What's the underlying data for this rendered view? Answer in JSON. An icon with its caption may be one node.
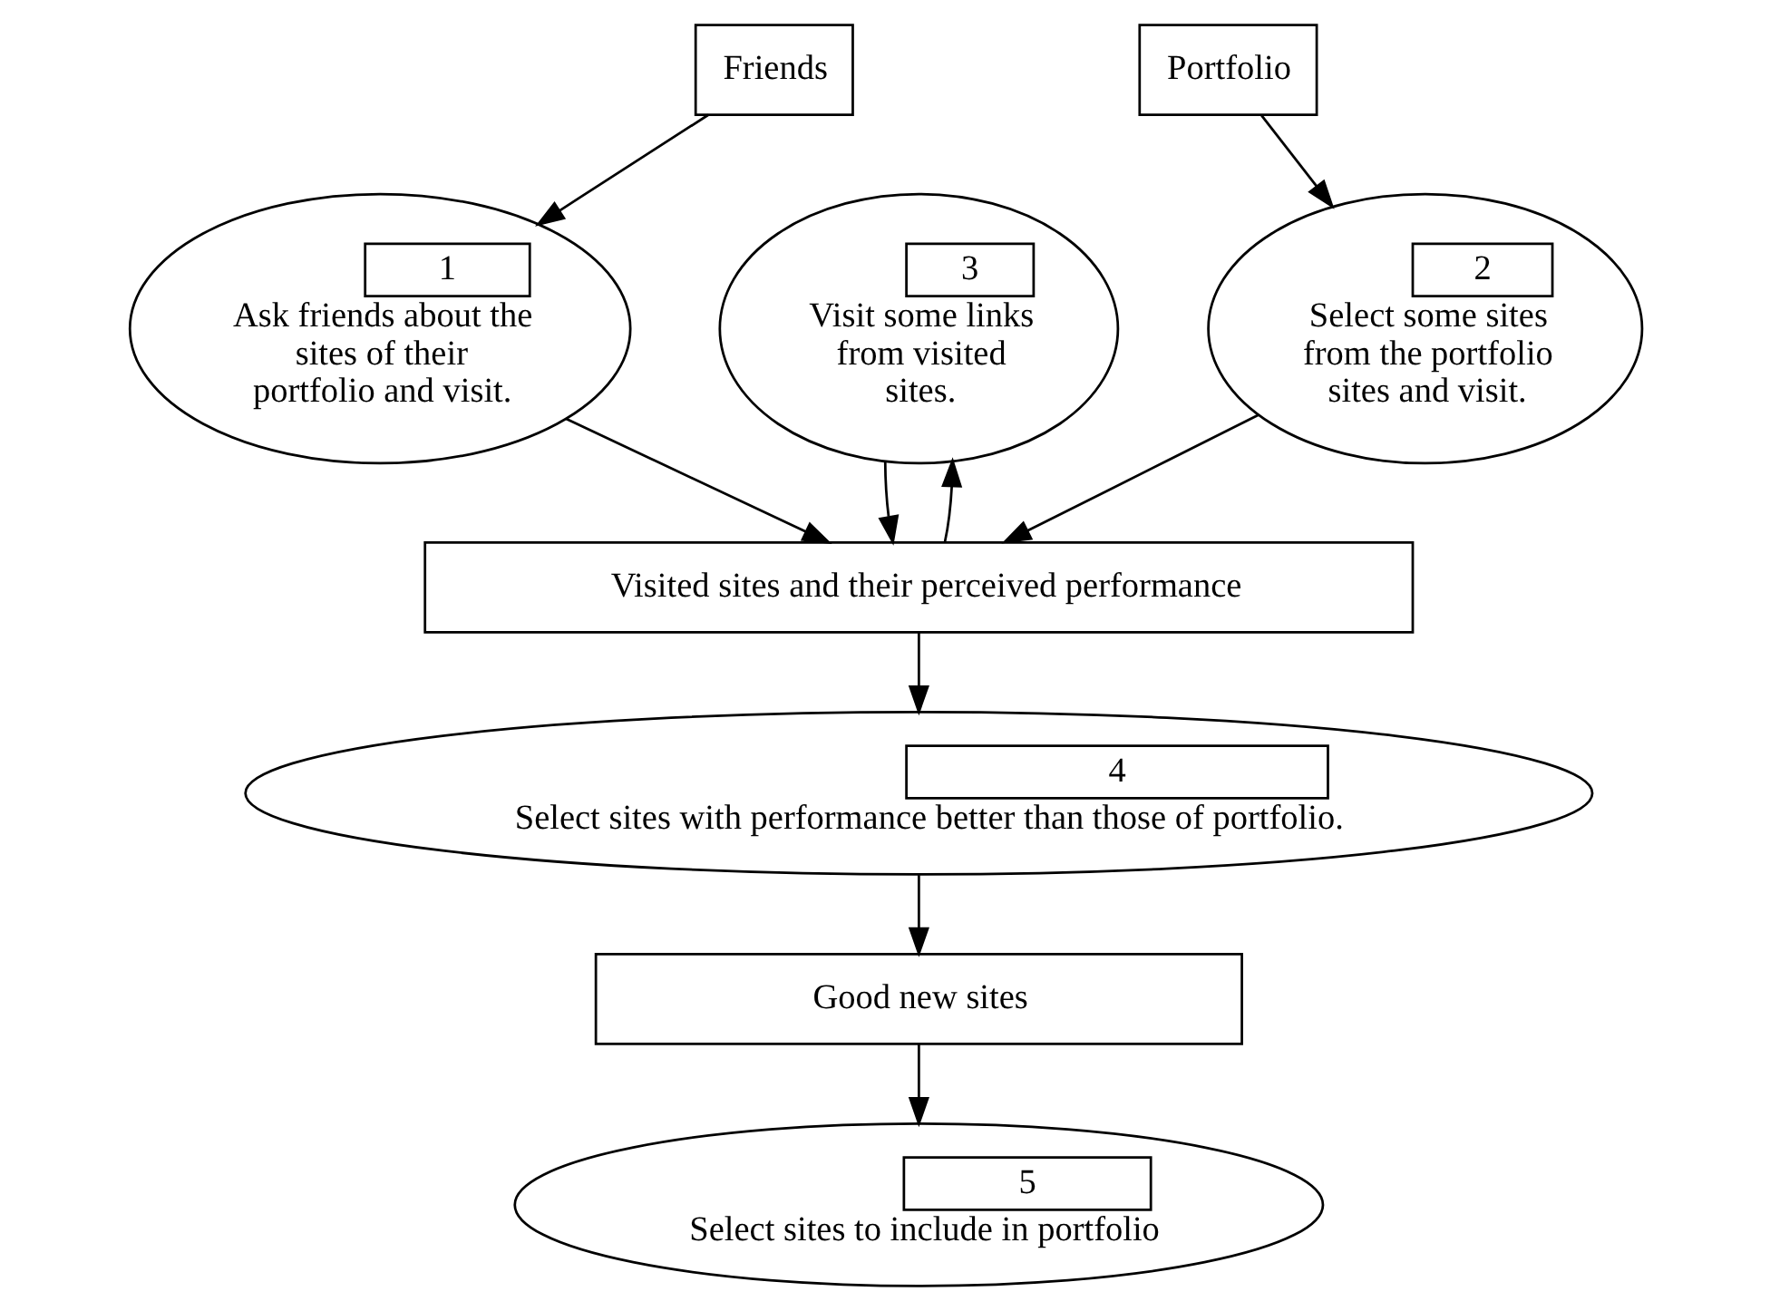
{
  "diagram": {
    "nodes": [
      {
        "text": [
          "Friends"
        ]
      },
      {
        "text": [
          "Portfolio"
        ]
      },
      {
        "text": [
          "1",
          "Ask friends about the sites of their portfolio and visit."
        ]
      },
      {
        "text": [
          "3",
          "Visit some links from visited sites."
        ]
      },
      {
        "text": [
          "2",
          "Select some sites from the portfolio sites and visit."
        ]
      },
      {
        "text": [
          "Visited sites and their perceived performance"
        ]
      },
      {
        "text": [
          "4",
          "Select sites with performance better than those of portfolio."
        ]
      },
      {
        "text": [
          "Good new sites"
        ]
      },
      {
        "text": [
          "5",
          "Select sites to include in portfolio"
        ]
      }
    ],
    "edges": [
      {
        "from": 0,
        "to": 2,
        "arrow": "to"
      },
      {
        "from": 1,
        "to": 4,
        "arrow": "to"
      },
      {
        "from": 2,
        "to": 5,
        "arrow": "to"
      },
      {
        "from": 3,
        "to": 5,
        "arrow": "to"
      },
      {
        "from": 5,
        "to": 3,
        "arrow": "to"
      },
      {
        "from": 4,
        "to": 5,
        "arrow": "to"
      },
      {
        "from": 5,
        "to": 6,
        "arrow": "to"
      },
      {
        "from": 6,
        "to": 7,
        "arrow": "to"
      },
      {
        "from": 7,
        "to": 8,
        "arrow": "to"
      }
    ]
  }
}
